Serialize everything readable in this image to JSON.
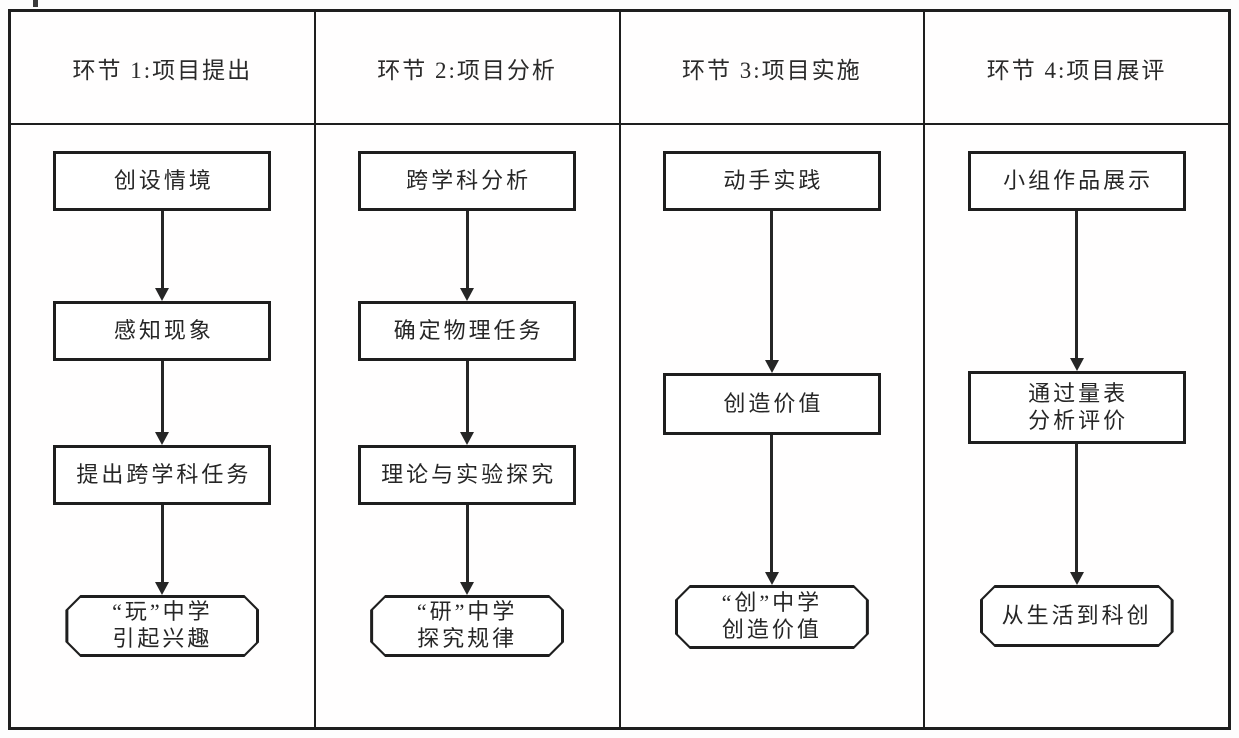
{
  "diagram": {
    "kind": "project-based-learning-flowchart",
    "colors": {
      "line": "#1e1e1e",
      "text": "#262626",
      "background": "#ffffff"
    },
    "columns": [
      {
        "header": "环节 1:项目提出",
        "nodes": [
          {
            "type": "process",
            "lines": [
              "创设情境"
            ]
          },
          {
            "type": "process",
            "lines": [
              "感知现象"
            ]
          },
          {
            "type": "process",
            "lines": [
              "提出跨学科任务"
            ]
          },
          {
            "type": "terminal",
            "lines": [
              "“玩”中学",
              "引起兴趣"
            ]
          }
        ]
      },
      {
        "header": "环节 2:项目分析",
        "nodes": [
          {
            "type": "process",
            "lines": [
              "跨学科分析"
            ]
          },
          {
            "type": "process",
            "lines": [
              "确定物理任务"
            ]
          },
          {
            "type": "process",
            "lines": [
              "理论与实验探究"
            ]
          },
          {
            "type": "terminal",
            "lines": [
              "“研”中学",
              "探究规律"
            ]
          }
        ]
      },
      {
        "header": "环节 3:项目实施",
        "nodes": [
          {
            "type": "process",
            "lines": [
              "动手实践"
            ]
          },
          {
            "type": "process",
            "lines": [
              "创造价值"
            ]
          },
          {
            "type": "terminal",
            "lines": [
              "“创”中学",
              "创造价值"
            ]
          }
        ]
      },
      {
        "header": "环节 4:项目展评",
        "nodes": [
          {
            "type": "process",
            "lines": [
              "小组作品展示"
            ]
          },
          {
            "type": "process",
            "lines": [
              "通过量表",
              "分析评价"
            ]
          },
          {
            "type": "terminal",
            "lines": [
              "从生活到科创"
            ]
          }
        ]
      }
    ]
  }
}
